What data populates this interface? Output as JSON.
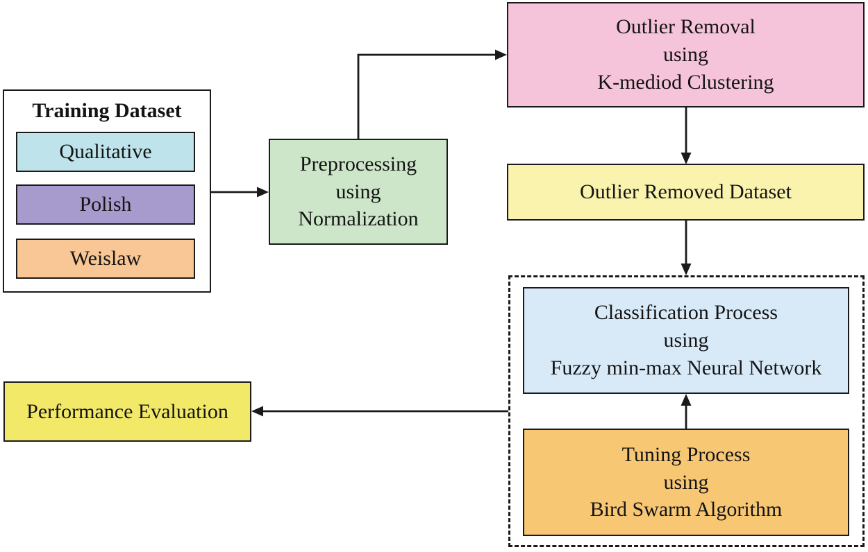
{
  "figure": {
    "background": "#ffffff",
    "line_color": "#1a1a1a",
    "nodes": {
      "training_dataset": {
        "title": "Training Dataset",
        "items": [
          {
            "label": "Qualitative",
            "color": "#bfe3ea"
          },
          {
            "label": "Polish",
            "color": "#a79bcd"
          },
          {
            "label": "Weislaw",
            "color": "#f8c795"
          }
        ]
      },
      "preprocessing": {
        "lines": [
          "Preprocessing",
          "using",
          "Normalization"
        ],
        "color": "#cde6c9"
      },
      "outlier_removal": {
        "lines": [
          "Outlier Removal",
          "using",
          "K-mediod Clustering"
        ],
        "color": "#f6c4da"
      },
      "outlier_removed_dataset": {
        "label": "Outlier Removed Dataset",
        "color": "#faf3ae"
      },
      "classification": {
        "lines": [
          "Classification Process",
          "using",
          "Fuzzy min-max Neural Network"
        ],
        "color": "#d8eaf8"
      },
      "tuning": {
        "lines": [
          "Tuning Process",
          "using",
          "Bird Swarm Algorithm"
        ],
        "color": "#f7c774"
      },
      "performance_evaluation": {
        "label": "Performance Evaluation",
        "color": "#f3e968"
      }
    },
    "edges": [
      {
        "from": "training_dataset",
        "to": "preprocessing"
      },
      {
        "from": "preprocessing",
        "to": "outlier_removal"
      },
      {
        "from": "outlier_removal",
        "to": "outlier_removed_dataset"
      },
      {
        "from": "outlier_removed_dataset",
        "to": "classification_group"
      },
      {
        "from": "tuning",
        "to": "classification"
      },
      {
        "from": "classification_group",
        "to": "performance_evaluation"
      }
    ]
  }
}
